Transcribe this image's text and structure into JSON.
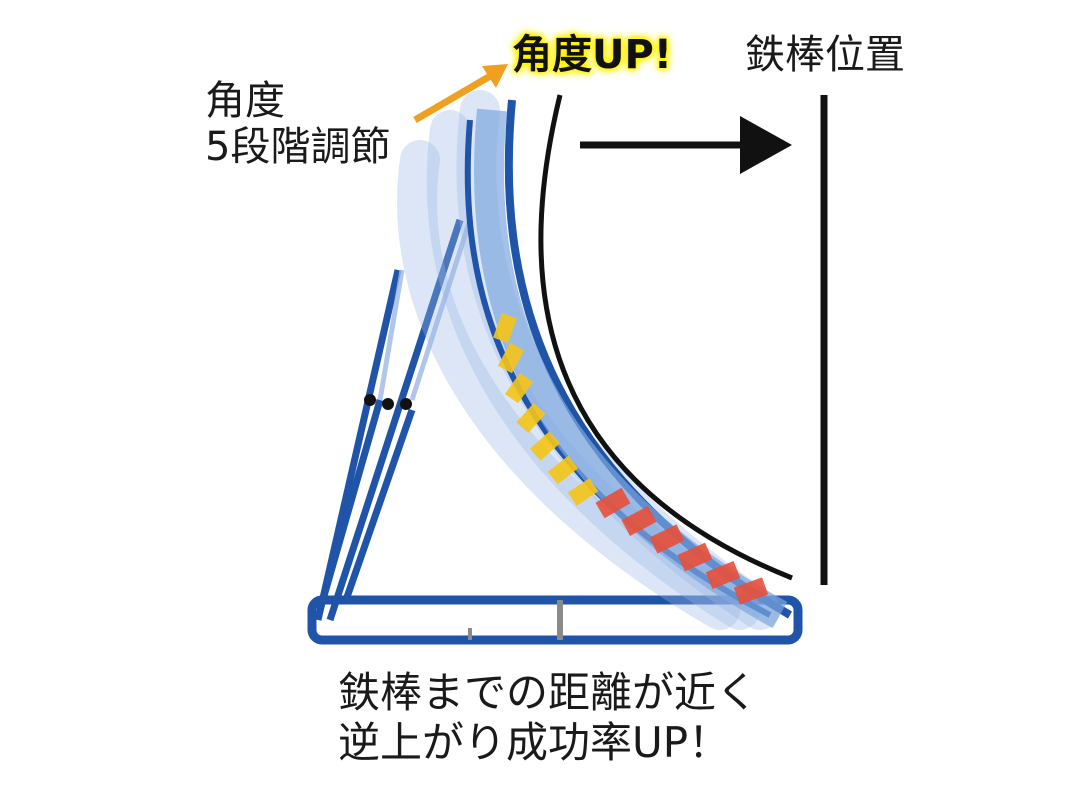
{
  "labels": {
    "angle_line1": "角度",
    "angle_line2": "5段階調節",
    "angle_up": "角度UP!",
    "bar_position": "鉄棒位置",
    "caption_line1": "鉄棒までの距離が近く",
    "caption_line2": "逆上がり成功率UP！"
  },
  "colors": {
    "frame_blue": "#1f54a8",
    "arrow_orange": "#f0a020",
    "highlight_yellow": "#fff200",
    "pad_yellow": "#f5c518",
    "pad_red": "#e8503a",
    "pad_lightblue": "#7ea6e0",
    "ink": "#111111"
  },
  "illustration": {
    "title": "curved-board-angle-adjust",
    "icons": [
      "orange-arrow-icon",
      "black-arrow-icon",
      "curve-guide",
      "vertical-bar"
    ]
  }
}
